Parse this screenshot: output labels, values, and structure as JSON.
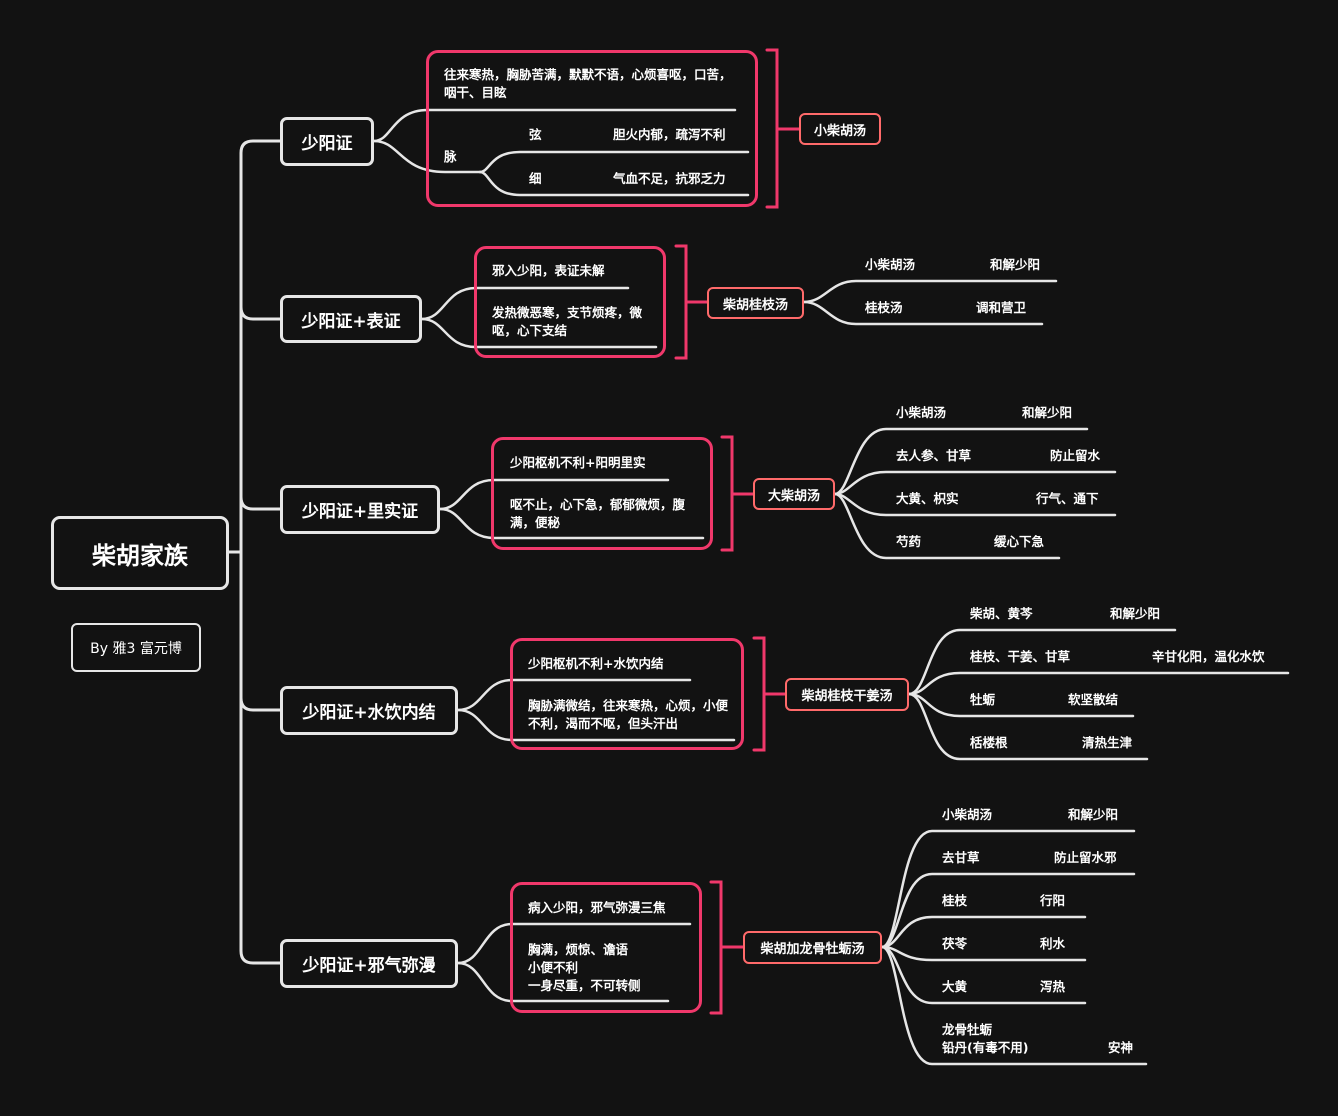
{
  "root": {
    "title": "柴胡家族",
    "credit": "By 雅3 富元博"
  },
  "branches": [
    {
      "category": "少阳证",
      "symptoms": "往来寒热，胸胁苦满，默默不语，心烦喜呕，口苦，咽干、目眩",
      "pulse": {
        "label": "脉",
        "items": [
          {
            "type": "弦",
            "meaning": "胆火内郁，疏泻不利"
          },
          {
            "type": "细",
            "meaning": "气血不足，抗邪乏力"
          }
        ]
      },
      "formula": "小柴胡汤"
    },
    {
      "category": "少阳证+表证",
      "notes": [
        "邪入少阳，表证未解",
        "发热微恶寒，支节烦疼，微呕，心下支结"
      ],
      "formula": "柴胡桂枝汤",
      "components": [
        {
          "herb": "小柴胡汤",
          "effect": "和解少阳"
        },
        {
          "herb": "桂枝汤",
          "effect": "调和营卫"
        }
      ]
    },
    {
      "category": "少阳证+里实证",
      "notes": [
        "少阳枢机不利+阳明里实",
        "呕不止，心下急，郁郁微烦，腹满，便秘"
      ],
      "formula": "大柴胡汤",
      "components": [
        {
          "herb": "小柴胡汤",
          "effect": "和解少阳"
        },
        {
          "herb": "去人参、甘草",
          "effect": "防止留水"
        },
        {
          "herb": "大黄、枳实",
          "effect": "行气、通下"
        },
        {
          "herb": "芍药",
          "effect": "缓心下急"
        }
      ]
    },
    {
      "category": "少阳证+水饮内结",
      "notes": [
        "少阳枢机不利+水饮内结",
        "胸胁满微结，往来寒热，心烦，小便不利，渴而不呕，但头汗出"
      ],
      "formula": "柴胡桂枝干姜汤",
      "components": [
        {
          "herb": "柴胡、黄芩",
          "effect": "和解少阳"
        },
        {
          "herb": "桂枝、干姜、甘草",
          "effect": "辛甘化阳，温化水饮"
        },
        {
          "herb": "牡蛎",
          "effect": "软坚散结"
        },
        {
          "herb": "栝楼根",
          "effect": "清热生津"
        }
      ]
    },
    {
      "category": "少阳证+邪气弥漫",
      "notes": [
        "病入少阳，邪气弥漫三焦",
        "胸满，烦惊、谵语",
        "小便不利",
        "一身尽重，不可转侧"
      ],
      "formula": "柴胡加龙骨牡蛎汤",
      "components": [
        {
          "herb": "小柴胡汤",
          "effect": "和解少阳"
        },
        {
          "herb": "去甘草",
          "effect": "防止留水邪"
        },
        {
          "herb": "桂枝",
          "effect": "行阳"
        },
        {
          "herb": "茯苓",
          "effect": "利水"
        },
        {
          "herb": "大黄",
          "effect": "泻热"
        },
        {
          "herb": "龙骨牡蛎",
          "herb2": "铅丹(有毒不用)",
          "effect": "安神"
        }
      ]
    }
  ],
  "colors": {
    "background": "#121212",
    "line": "#e6e6e6",
    "detail_border": "#f0386b",
    "formula_border": "#ff6a6a"
  }
}
